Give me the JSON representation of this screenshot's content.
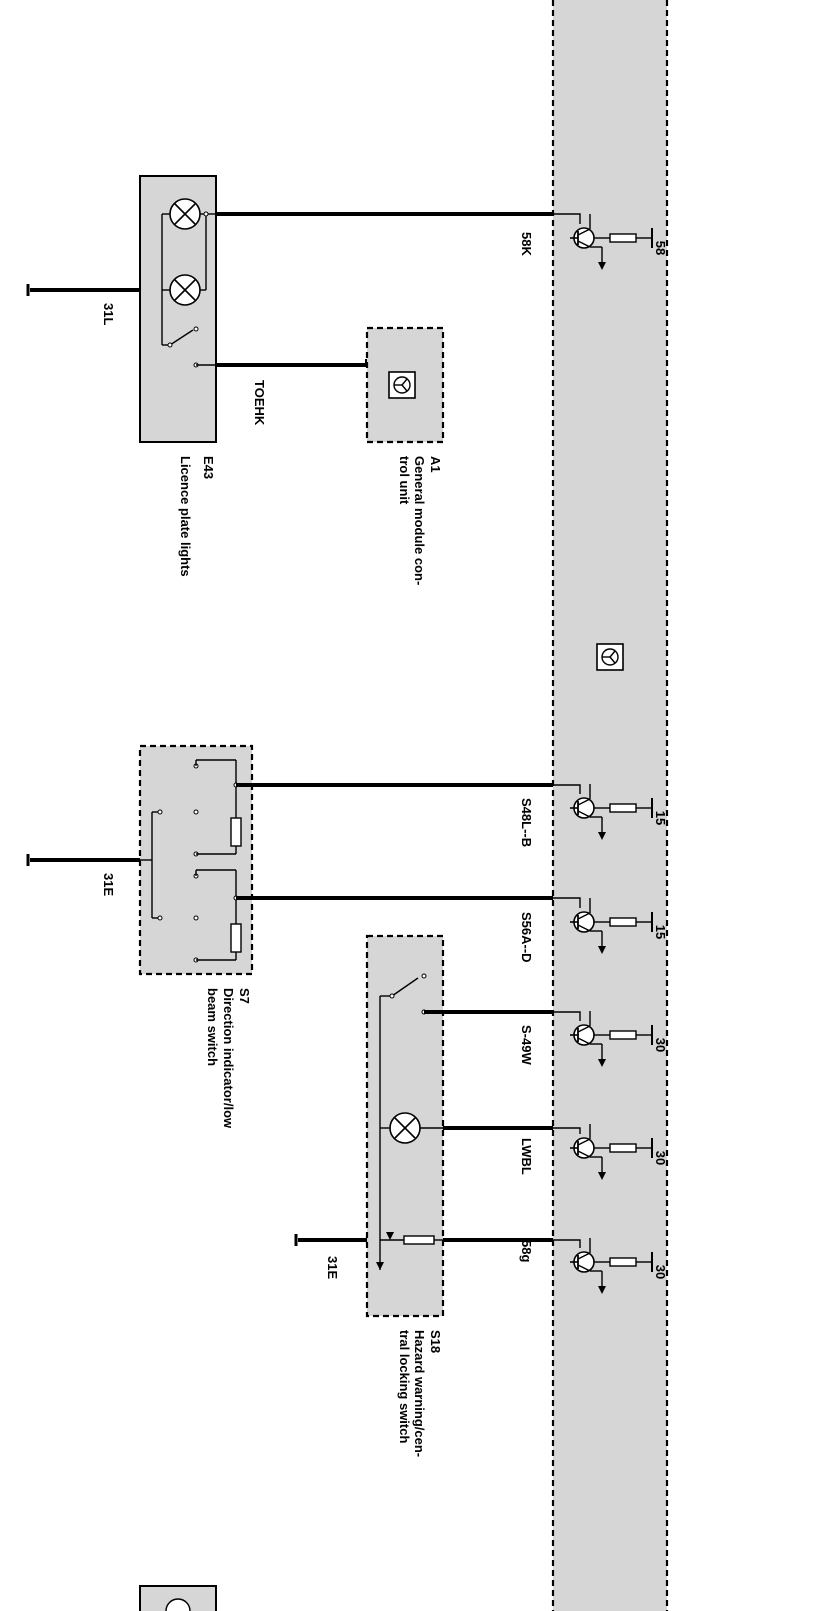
{
  "module": {
    "pins": [
      {
        "wire": "58K",
        "supply": "58"
      },
      {
        "wire": "S48L--B",
        "supply": "15"
      },
      {
        "wire": "S56A--D",
        "supply": "15"
      },
      {
        "wire": "S-49W",
        "supply": "30"
      },
      {
        "wire": "LWBL",
        "supply": "30"
      },
      {
        "wire": "58g",
        "supply": "30"
      }
    ]
  },
  "components": {
    "e43": {
      "code": "E43",
      "name": "Licence plate lights",
      "ground": "31L",
      "wire": "TOEHK"
    },
    "a1": {
      "code": "A1",
      "name_line1": "General module con-",
      "name_line2": "trol unit"
    },
    "s7": {
      "code": "S7",
      "name_line1": "Direction indicator/low",
      "name_line2": "beam switch",
      "ground": "31E"
    },
    "s18": {
      "code": "S18",
      "name_line1": "Hazard warning/cen-",
      "name_line2": "tral locking switch",
      "ground": "31E"
    }
  }
}
